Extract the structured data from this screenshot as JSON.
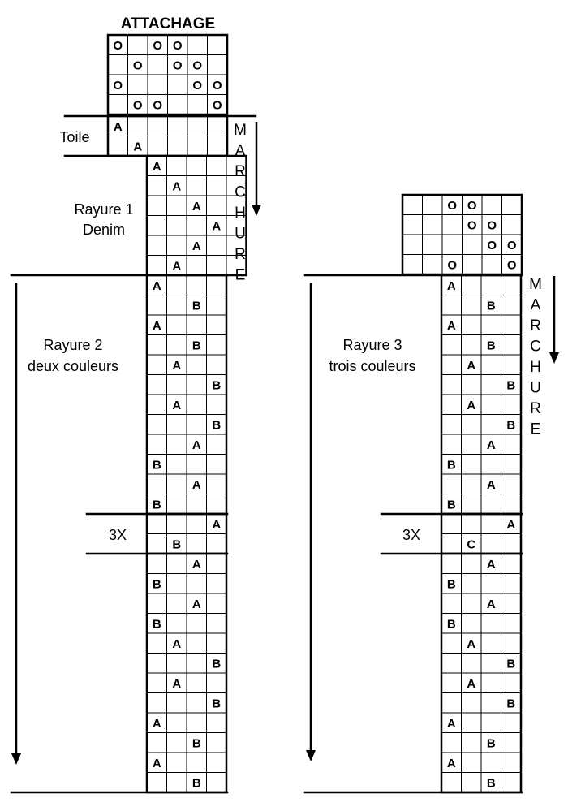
{
  "title": "ATTACHAGE",
  "left": {
    "tieup": [
      [
        "O",
        "",
        "O",
        "O",
        "",
        ""
      ],
      [
        "",
        "O",
        "",
        "O",
        "O",
        ""
      ],
      [
        "O",
        "",
        "",
        "",
        "O",
        "O"
      ],
      [
        "",
        "O",
        "O",
        "",
        "",
        "O"
      ]
    ],
    "toile_label": "Toile",
    "toile": [
      [
        "A",
        "",
        "",
        "",
        "",
        ""
      ],
      [
        "",
        "A",
        "",
        "",
        "",
        ""
      ]
    ],
    "marchure": "MARCHURE",
    "rayure1_label": [
      "Rayure 1",
      "Denim"
    ],
    "rayure1": [
      [
        "A",
        "",
        "",
        "",
        ""
      ],
      [
        "",
        "A",
        "",
        "",
        ""
      ],
      [
        "",
        "",
        "A",
        "",
        ""
      ],
      [
        "",
        "",
        "",
        "A",
        ""
      ],
      [
        "",
        "",
        "A",
        "",
        ""
      ],
      [
        "",
        "A",
        "",
        "",
        ""
      ]
    ],
    "rayure2_label": [
      "Rayure 2",
      "deux couleurs"
    ],
    "rayure2": [
      [
        "A",
        "",
        "",
        ""
      ],
      [
        "",
        "",
        "B",
        ""
      ],
      [
        "A",
        "",
        "",
        ""
      ],
      [
        "",
        "",
        "B",
        ""
      ],
      [
        "",
        "A",
        "",
        ""
      ],
      [
        "",
        "",
        "",
        "B"
      ],
      [
        "",
        "A",
        "",
        ""
      ],
      [
        "",
        "",
        "",
        "B"
      ],
      [
        "",
        "",
        "A",
        ""
      ],
      [
        "B",
        "",
        "",
        ""
      ],
      [
        "",
        "",
        "A",
        ""
      ],
      [
        "B",
        "",
        "",
        ""
      ]
    ],
    "repeat_label": "3X",
    "repeat": [
      [
        "",
        "",
        "",
        "A"
      ],
      [
        "",
        "B",
        "",
        ""
      ]
    ],
    "after": [
      [
        "",
        "",
        "A",
        ""
      ],
      [
        "B",
        "",
        "",
        ""
      ],
      [
        "",
        "",
        "A",
        ""
      ],
      [
        "B",
        "",
        "",
        ""
      ],
      [
        "",
        "A",
        "",
        ""
      ],
      [
        "",
        "",
        "",
        "B"
      ],
      [
        "",
        "A",
        "",
        ""
      ],
      [
        "",
        "",
        "",
        "B"
      ],
      [
        "A",
        "",
        "",
        ""
      ],
      [
        "",
        "",
        "B",
        ""
      ],
      [
        "A",
        "",
        "",
        ""
      ],
      [
        "",
        "",
        "B",
        ""
      ]
    ]
  },
  "right": {
    "tieup": [
      [
        "",
        "",
        "O",
        "O",
        "",
        ""
      ],
      [
        "",
        "",
        "",
        "O",
        "O",
        ""
      ],
      [
        "",
        "",
        "",
        "",
        "O",
        "O"
      ],
      [
        "",
        "",
        "O",
        "",
        "",
        "O"
      ]
    ],
    "marchure": "MARCHURE",
    "rayure3_label": [
      "Rayure 3",
      "trois couleurs"
    ],
    "rayure3": [
      [
        "A",
        "",
        "",
        ""
      ],
      [
        "",
        "",
        "B",
        ""
      ],
      [
        "A",
        "",
        "",
        ""
      ],
      [
        "",
        "",
        "B",
        ""
      ],
      [
        "",
        "A",
        "",
        ""
      ],
      [
        "",
        "",
        "",
        "B"
      ],
      [
        "",
        "A",
        "",
        ""
      ],
      [
        "",
        "",
        "",
        "B"
      ],
      [
        "",
        "",
        "A",
        ""
      ],
      [
        "B",
        "",
        "",
        ""
      ],
      [
        "",
        "",
        "A",
        ""
      ],
      [
        "B",
        "",
        "",
        ""
      ]
    ],
    "repeat_label": "3X",
    "repeat": [
      [
        "",
        "",
        "",
        "A"
      ],
      [
        "",
        "C",
        "",
        ""
      ]
    ],
    "after": [
      [
        "",
        "",
        "A",
        ""
      ],
      [
        "B",
        "",
        "",
        ""
      ],
      [
        "",
        "",
        "A",
        ""
      ],
      [
        "B",
        "",
        "",
        ""
      ],
      [
        "",
        "A",
        "",
        ""
      ],
      [
        "",
        "",
        "",
        "B"
      ],
      [
        "",
        "A",
        "",
        ""
      ],
      [
        "",
        "",
        "",
        "B"
      ],
      [
        "A",
        "",
        "",
        ""
      ],
      [
        "",
        "",
        "B",
        ""
      ],
      [
        "A",
        "",
        "",
        ""
      ],
      [
        "",
        "",
        "B",
        ""
      ]
    ]
  }
}
